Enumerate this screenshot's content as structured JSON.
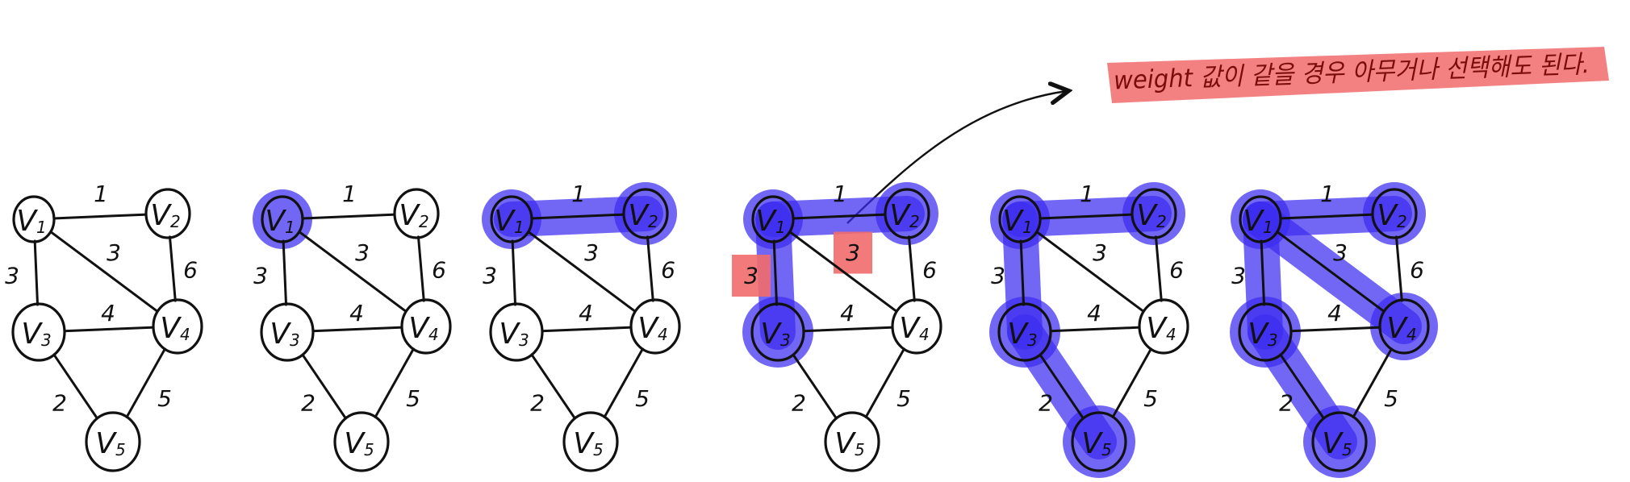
{
  "colors": {
    "ink": "#111111",
    "highlight": "#3b2cf0",
    "mark": "#f26b6b",
    "note_text": "#7a0c0c"
  },
  "vertices": [
    {
      "id": "v1",
      "letter": "V",
      "sub": "1"
    },
    {
      "id": "v2",
      "letter": "V",
      "sub": "2"
    },
    {
      "id": "v3",
      "letter": "V",
      "sub": "3"
    },
    {
      "id": "v4",
      "letter": "V",
      "sub": "4"
    },
    {
      "id": "v5",
      "letter": "V",
      "sub": "5"
    }
  ],
  "edges": [
    {
      "id": "e12",
      "from": "v1",
      "to": "v2",
      "weight": "1"
    },
    {
      "id": "e13",
      "from": "v1",
      "to": "v3",
      "weight": "3"
    },
    {
      "id": "e14",
      "from": "v1",
      "to": "v4",
      "weight": "3"
    },
    {
      "id": "e24",
      "from": "v2",
      "to": "v4",
      "weight": "6"
    },
    {
      "id": "e34",
      "from": "v3",
      "to": "v4",
      "weight": "4"
    },
    {
      "id": "e35",
      "from": "v3",
      "to": "v5",
      "weight": "2"
    },
    {
      "id": "e45",
      "from": "v4",
      "to": "v5",
      "weight": "5"
    }
  ],
  "steps": [
    {
      "highlight_nodes": [],
      "highlight_edges": [],
      "marked_edges": []
    },
    {
      "highlight_nodes": [
        "v1"
      ],
      "highlight_edges": [],
      "marked_edges": []
    },
    {
      "highlight_nodes": [
        "v1",
        "v2"
      ],
      "highlight_edges": [
        "e12"
      ],
      "marked_edges": []
    },
    {
      "highlight_nodes": [
        "v1",
        "v2",
        "v3"
      ],
      "highlight_edges": [
        "e12",
        "e13"
      ],
      "marked_edges": [
        "e13",
        "e14"
      ]
    },
    {
      "highlight_nodes": [
        "v1",
        "v2",
        "v3",
        "v5"
      ],
      "highlight_edges": [
        "e12",
        "e13",
        "e35"
      ],
      "marked_edges": []
    },
    {
      "highlight_nodes": [
        "v1",
        "v2",
        "v3",
        "v4",
        "v5"
      ],
      "highlight_edges": [
        "e12",
        "e13",
        "e35",
        "e14"
      ],
      "marked_edges": []
    }
  ],
  "annotation": {
    "note": "weight 값이 같을 경우 아무거나 선택해도 된다."
  }
}
